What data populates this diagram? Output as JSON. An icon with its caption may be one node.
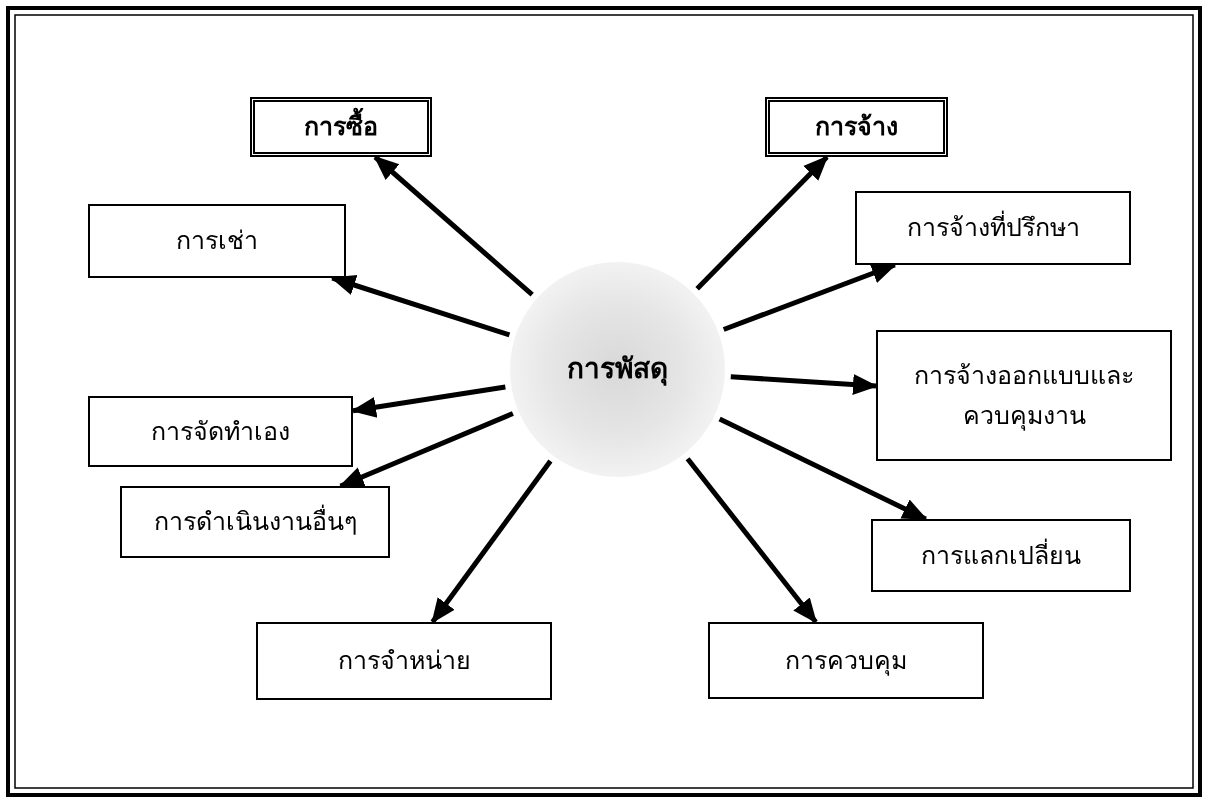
{
  "diagram": {
    "nodes": [
      {
        "text": [
          "การพัสดุ"
        ]
      },
      {
        "text": [
          "การซื้อ"
        ]
      },
      {
        "text": [
          "การจ้าง"
        ]
      },
      {
        "text": [
          "การเช่า"
        ]
      },
      {
        "text": [
          "การจ้างที่ปรึกษา"
        ]
      },
      {
        "text": [
          "การจัดทำเอง"
        ]
      },
      {
        "text": [
          "การจ้างออกแบบและควบคุมงาน"
        ]
      },
      {
        "text": [
          "การดำเนินงานอื่นๆ"
        ]
      },
      {
        "text": [
          "การแลกเปลี่ยน"
        ]
      },
      {
        "text": [
          "การจำหน่าย"
        ]
      },
      {
        "text": [
          "การควบคุม"
        ]
      }
    ],
    "edges": [
      {
        "from": 0,
        "to": 1,
        "arrow": "to"
      },
      {
        "from": 0,
        "to": 2,
        "arrow": "to"
      },
      {
        "from": 0,
        "to": 3,
        "arrow": "to"
      },
      {
        "from": 0,
        "to": 4,
        "arrow": "to"
      },
      {
        "from": 0,
        "to": 5,
        "arrow": "to"
      },
      {
        "from": 0,
        "to": 6,
        "arrow": "to"
      },
      {
        "from": 0,
        "to": 7,
        "arrow": "to"
      },
      {
        "from": 0,
        "to": 8,
        "arrow": "to"
      },
      {
        "from": 0,
        "to": 9,
        "arrow": "to"
      },
      {
        "from": 0,
        "to": 10,
        "arrow": "to"
      }
    ]
  }
}
